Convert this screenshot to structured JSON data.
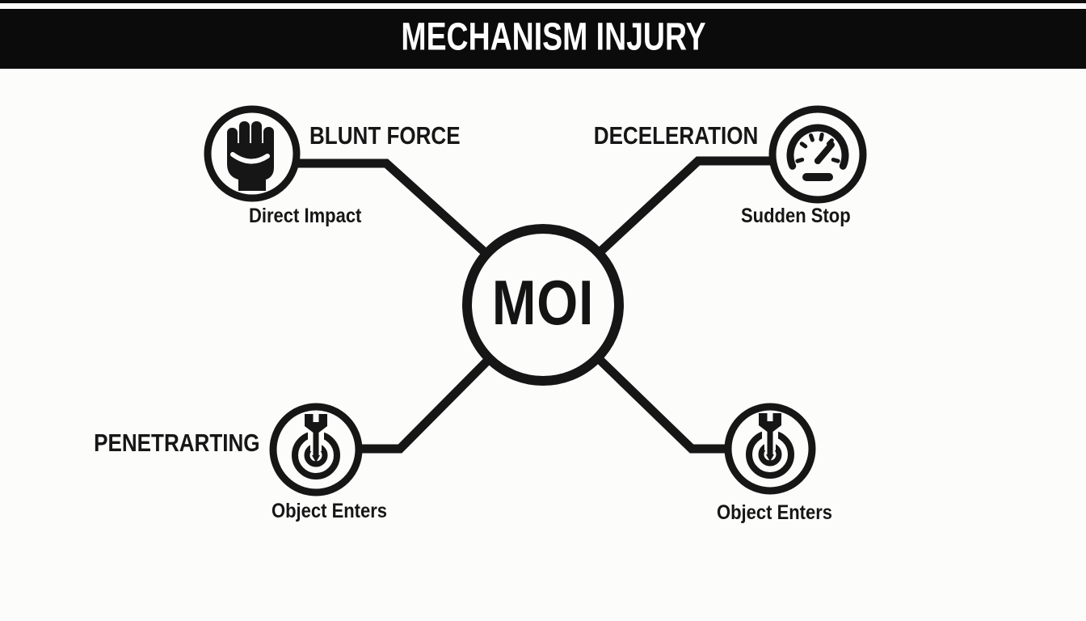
{
  "header": {
    "title": "MECHANISM INJURY"
  },
  "center_node": {
    "label": "MOI"
  },
  "nodes": [
    {
      "title": "BLUNT FORCE",
      "subtitle": "Direct Impact",
      "icon": "fist-icon",
      "position": "top-left"
    },
    {
      "title": "DECELERATION",
      "subtitle": "Sudden Stop",
      "icon": "speedometer-icon",
      "position": "top-right"
    },
    {
      "title": "PENETRARTING",
      "subtitle": "Object Enters",
      "icon": "target-arrow-icon",
      "position": "bottom-left"
    },
    {
      "title": "",
      "subtitle": "Object Enters",
      "icon": "target-arrow-icon",
      "position": "bottom-right"
    }
  ],
  "colors": {
    "ink": "#161616",
    "background": "#fcfcfb",
    "header_bg": "#0b0b0b",
    "header_text": "#ffffff"
  }
}
